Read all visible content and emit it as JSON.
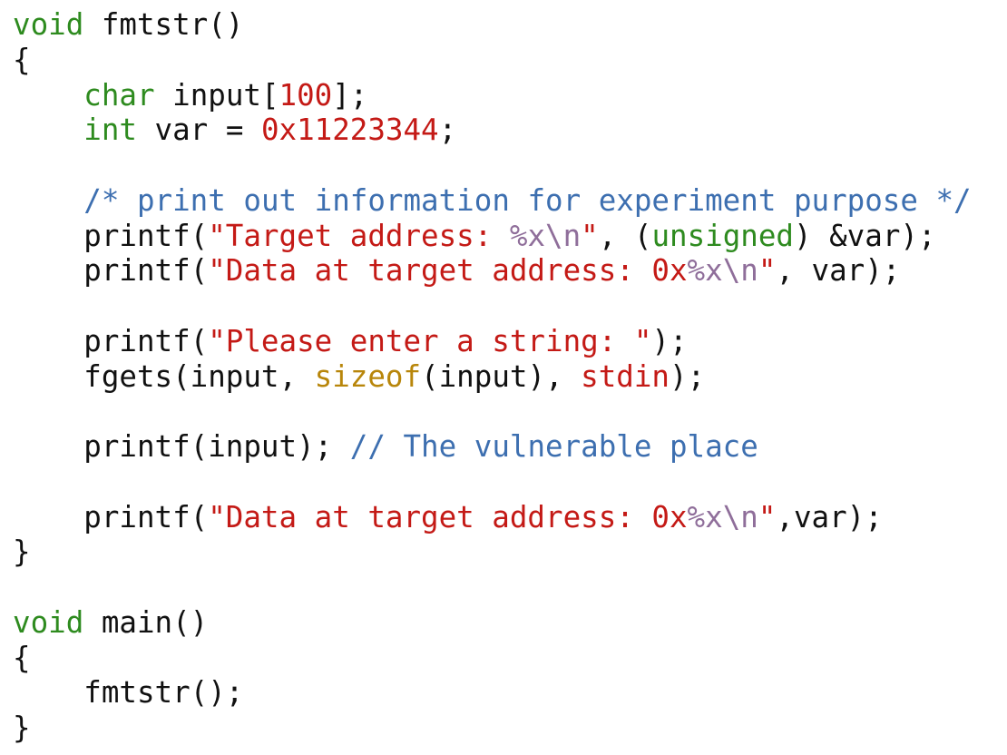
{
  "editor": {
    "colors": {
      "background": "#ffffff",
      "plain": "#111111",
      "keyword": "#2e8b1f",
      "type": "#2e8b1f",
      "number": "#c41a16",
      "string": "#c41a16",
      "format_specifier": "#8f6e9a",
      "builtin": "#b8860b",
      "comment": "#3d6fb0"
    },
    "lines": [
      [
        {
          "t": "void",
          "k": "type"
        },
        {
          "t": " fmtstr()",
          "k": "ident"
        }
      ],
      [
        {
          "t": "{",
          "k": "punct"
        }
      ],
      [
        {
          "t": "    ",
          "k": "ident"
        },
        {
          "t": "char",
          "k": "type"
        },
        {
          "t": " input[",
          "k": "ident"
        },
        {
          "t": "100",
          "k": "num"
        },
        {
          "t": "];",
          "k": "punct"
        }
      ],
      [
        {
          "t": "    ",
          "k": "ident"
        },
        {
          "t": "int",
          "k": "type"
        },
        {
          "t": " var = ",
          "k": "ident"
        },
        {
          "t": "0x11223344",
          "k": "num"
        },
        {
          "t": ";",
          "k": "punct"
        }
      ],
      [],
      [
        {
          "t": "    ",
          "k": "ident"
        },
        {
          "t": "/* print out information for experiment purpose */",
          "k": "comment"
        }
      ],
      [
        {
          "t": "    printf(",
          "k": "ident"
        },
        {
          "t": "\"Target address: ",
          "k": "str"
        },
        {
          "t": "%x",
          "k": "fmt"
        },
        {
          "t": "\\n",
          "k": "fmt"
        },
        {
          "t": "\"",
          "k": "str"
        },
        {
          "t": ", (",
          "k": "punct"
        },
        {
          "t": "unsigned",
          "k": "kw"
        },
        {
          "t": ") &var);",
          "k": "ident"
        }
      ],
      [
        {
          "t": "    printf(",
          "k": "ident"
        },
        {
          "t": "\"Data at target address: 0x",
          "k": "str"
        },
        {
          "t": "%x",
          "k": "fmt"
        },
        {
          "t": "\\n",
          "k": "fmt"
        },
        {
          "t": "\"",
          "k": "str"
        },
        {
          "t": ", var);",
          "k": "ident"
        }
      ],
      [],
      [
        {
          "t": "    printf(",
          "k": "ident"
        },
        {
          "t": "\"Please enter a string: \"",
          "k": "str"
        },
        {
          "t": ");",
          "k": "punct"
        }
      ],
      [
        {
          "t": "    fgets(input, ",
          "k": "ident"
        },
        {
          "t": "sizeof",
          "k": "builtin"
        },
        {
          "t": "(input), ",
          "k": "ident"
        },
        {
          "t": "stdin",
          "k": "num"
        },
        {
          "t": ");",
          "k": "punct"
        }
      ],
      [],
      [
        {
          "t": "    printf(input); ",
          "k": "ident"
        },
        {
          "t": "// The vulnerable place",
          "k": "comment"
        }
      ],
      [],
      [
        {
          "t": "    printf(",
          "k": "ident"
        },
        {
          "t": "\"Data at target address: 0x",
          "k": "str"
        },
        {
          "t": "%x",
          "k": "fmt"
        },
        {
          "t": "\\n",
          "k": "fmt"
        },
        {
          "t": "\"",
          "k": "str"
        },
        {
          "t": ",var);",
          "k": "ident"
        }
      ],
      [
        {
          "t": "}",
          "k": "punct"
        }
      ],
      [],
      [
        {
          "t": "void",
          "k": "type"
        },
        {
          "t": " main()",
          "k": "ident"
        }
      ],
      [
        {
          "t": "{",
          "k": "punct"
        }
      ],
      [
        {
          "t": "    fmtstr();",
          "k": "ident"
        }
      ],
      [
        {
          "t": "}",
          "k": "punct"
        }
      ]
    ]
  }
}
